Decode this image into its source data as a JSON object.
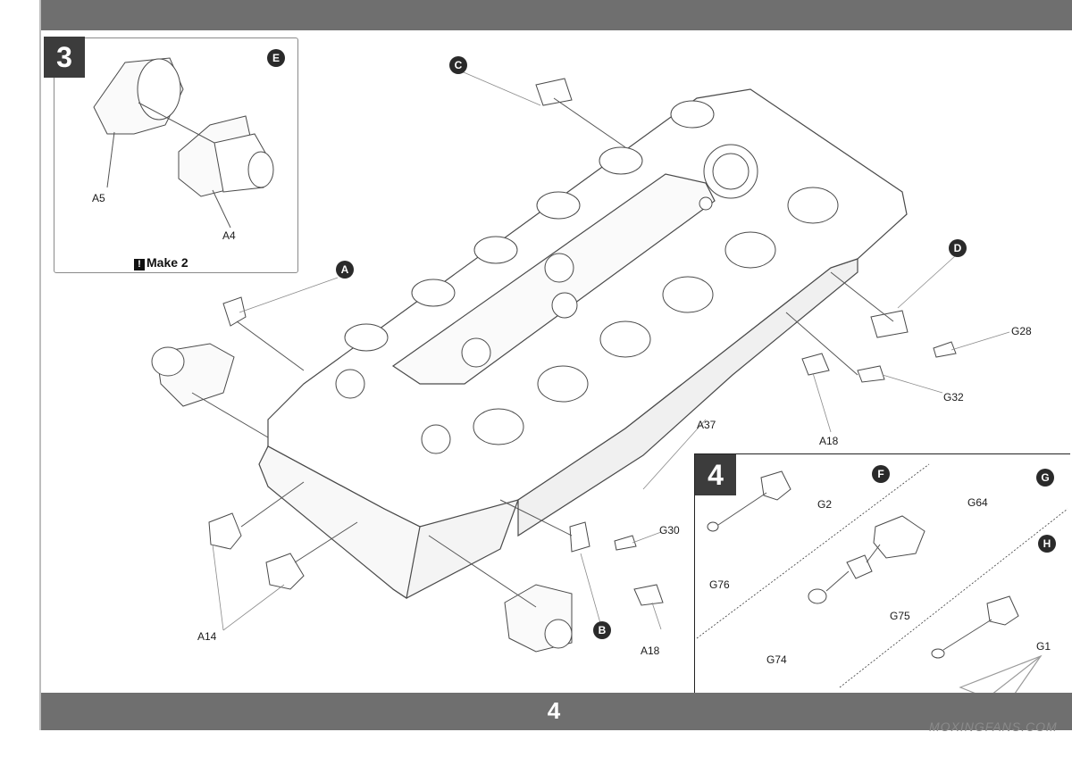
{
  "page": {
    "number": "4"
  },
  "step3": {
    "number": "3",
    "callout": "E",
    "parts": [
      "A5",
      "A4"
    ],
    "note": "Make 2",
    "note_icon": "!"
  },
  "main": {
    "callouts": [
      "A",
      "B",
      "C",
      "D"
    ],
    "parts": [
      "G28",
      "G32",
      "A18",
      "A37",
      "G30",
      "A14",
      "A18"
    ]
  },
  "step4": {
    "number": "4",
    "callouts": [
      "F",
      "G",
      "H"
    ],
    "parts": [
      "G2",
      "G64",
      "G76",
      "G75",
      "G74",
      "G1"
    ]
  },
  "watermark": {
    "text": "MOXINGFANS.COM"
  },
  "icons": [
    "warning-icon",
    "paper-plane-icon"
  ]
}
